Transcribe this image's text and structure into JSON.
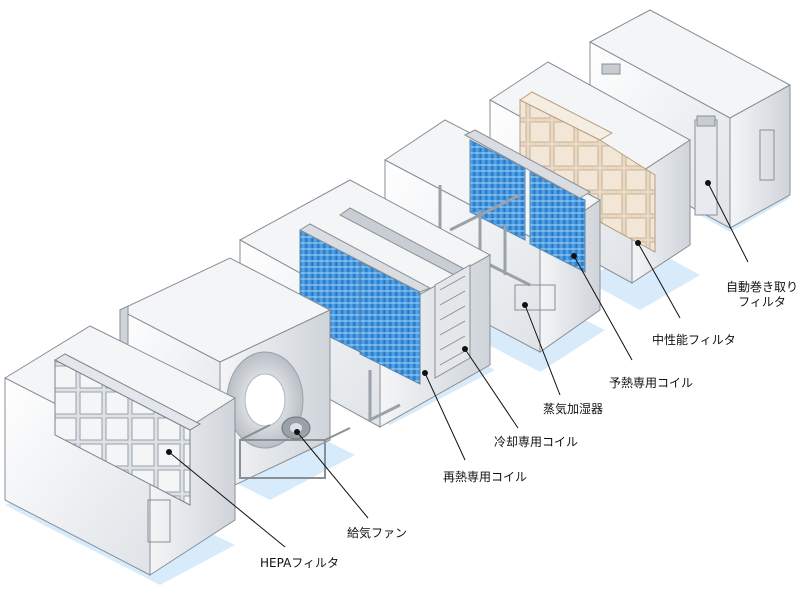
{
  "labels": {
    "auto_roll_filter_line1": "自動巻き取り",
    "auto_roll_filter_line2": "フィルタ",
    "medium_filter": "中性能フィルタ",
    "preheat_coil": "予熱専用コイル",
    "steam_humidifier": "蒸気加湿器",
    "cooling_coil": "冷却専用コイル",
    "reheat_coil": "再熱専用コイル",
    "supply_fan": "給気ファン",
    "hepa_filter": "HEPAフィルタ"
  },
  "colors": {
    "frame": "#8a8f96",
    "panel": "#eef0f2",
    "coil_blue": "#2f86d6",
    "coil_light": "#9fcff3",
    "floor_blue": "#cfe6f8",
    "filter_beige": "#e6d3bd",
    "leader": "#111111"
  }
}
